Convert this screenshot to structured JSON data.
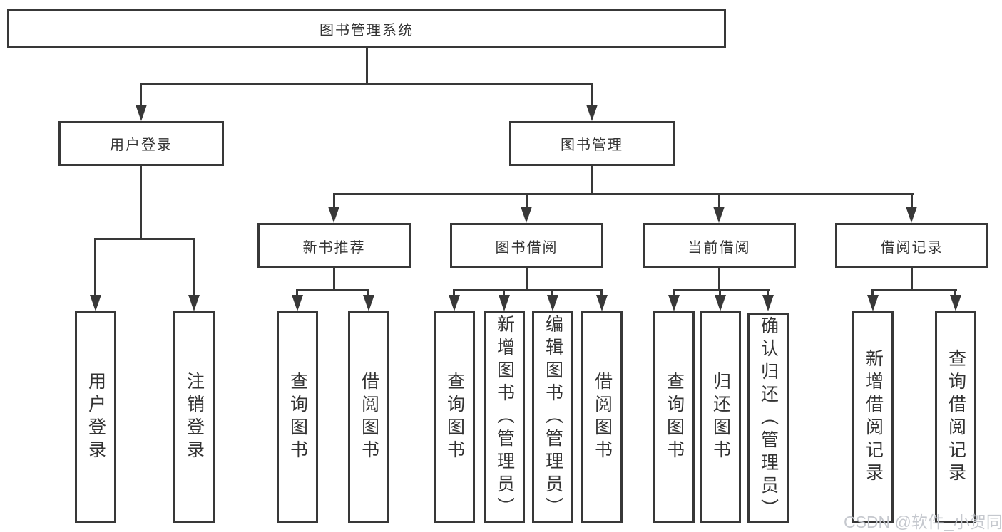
{
  "diagram": {
    "title": "图书管理系统",
    "level2": [
      "用户登录",
      "图书管理"
    ],
    "level3": [
      "新书推荐",
      "图书借阅",
      "当前借阅",
      "借阅记录"
    ],
    "leaves": [
      "用户登录",
      "注销登录",
      "查询图书",
      "借阅图书",
      "查询图书",
      "新增图书（管理员）",
      "编辑图书（管理员）",
      "借阅图书",
      "查询图书",
      "归还图书",
      "确认归还（管理员）",
      "新增借阅记录",
      "查询借阅记录"
    ]
  },
  "watermark": "CSDN @软件_小贺同学",
  "colors": {
    "line": "#383838",
    "text": "#333333",
    "background": "#ffffff",
    "watermark": "#c5c8ce"
  }
}
